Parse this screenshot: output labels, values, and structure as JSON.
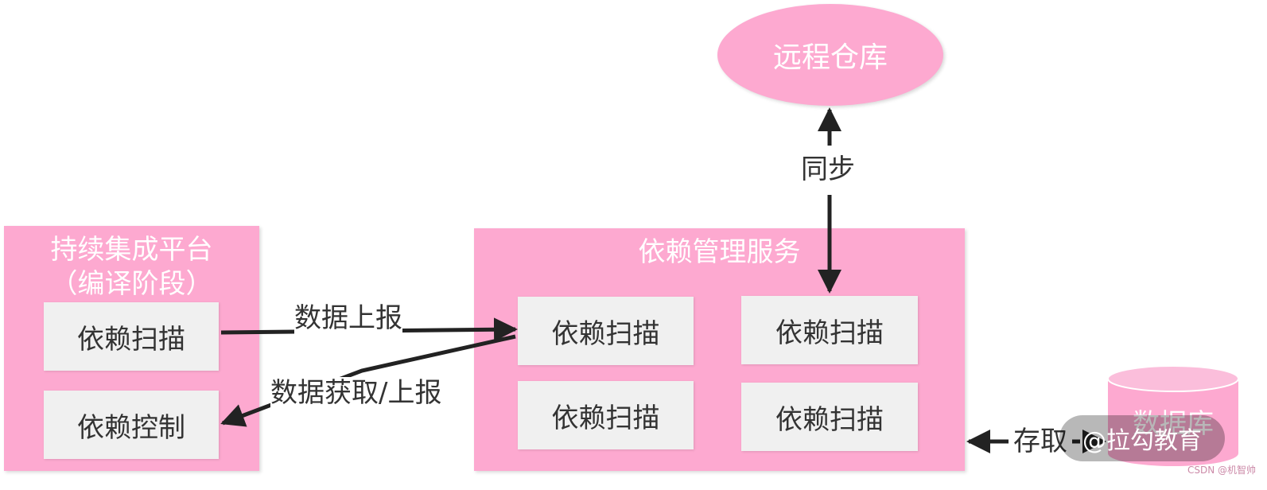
{
  "remote_repo": {
    "label": "远程仓库"
  },
  "ci_platform": {
    "title_line1": "持续集成平台",
    "title_line2": "（编译阶段）",
    "scan_label": "依赖扫描",
    "control_label": "依赖控制"
  },
  "dep_service": {
    "title": "依赖管理服务",
    "nodes": [
      "依赖扫描",
      "依赖扫描",
      "依赖扫描",
      "依赖扫描"
    ]
  },
  "database": {
    "label": "数据库"
  },
  "edges": {
    "sync": "同步",
    "report": "数据上报",
    "fetch_report": "数据获取/上报",
    "access": "存取"
  },
  "watermark": {
    "text": "@拉勾教育",
    "credit": "CSDN @机智帅"
  },
  "colors": {
    "pink": "#fda9d0",
    "node_bg": "#f0f0f0",
    "text": "#333333",
    "arrow": "#222222"
  }
}
